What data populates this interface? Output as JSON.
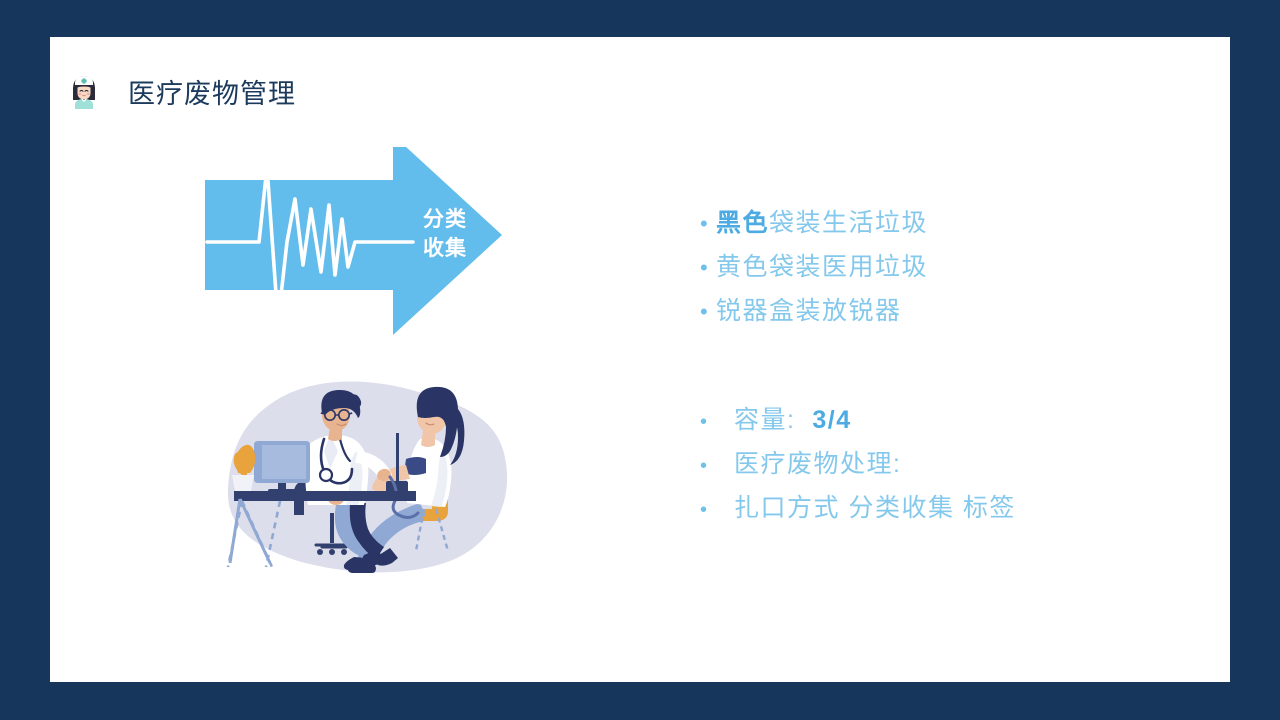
{
  "slide": {
    "background_color": "#17365B",
    "card_background": "#FFFFFF",
    "accent_blue": "#62BCEC",
    "title_color": "#1B3A5C",
    "bullet_color": "#84C8EC",
    "bullet_emphasis_color": "#4BABE2"
  },
  "header": {
    "icon": "nurse-icon",
    "title": "医疗废物管理"
  },
  "arrow": {
    "icon": "ecg-heartbeat-line",
    "fill_color": "#62BCEC",
    "label_line1": "分类",
    "label_line2": "收集"
  },
  "illustration": {
    "name": "doctor-patient-blood-pressure-illustration",
    "blob_color": "#DDDEEB"
  },
  "bullets_primary": [
    {
      "marker": "•",
      "emphasis": "黑色",
      "rest": "袋装生活垃圾"
    },
    {
      "marker": "•",
      "emphasis": "",
      "rest": "黄色袋装医用垃圾"
    },
    {
      "marker": "•",
      "emphasis": "",
      "rest": "锐器盒装放锐器"
    }
  ],
  "bullets_secondary": [
    {
      "marker": "•",
      "lead": "容量:",
      "emphasis": "3/4",
      "rest": ""
    },
    {
      "marker": "•",
      "lead": "医疗废物处理:",
      "emphasis": "",
      "rest": ""
    },
    {
      "marker": "•",
      "lead": "扎口方式 分类收集 标签",
      "emphasis": "",
      "rest": ""
    }
  ]
}
